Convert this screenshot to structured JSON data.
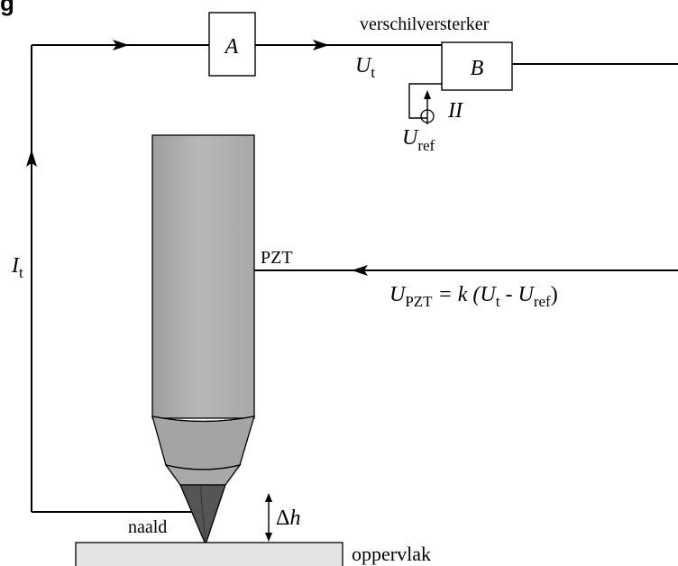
{
  "figure_label": "g",
  "block_a": {
    "label": "A"
  },
  "block_b": {
    "label": "B"
  },
  "differential_amplifier_label": "verschilversterker",
  "ut_label": {
    "main": "U",
    "sub": "t"
  },
  "uref_label": {
    "main": "U",
    "sub": "ref"
  },
  "reference_numeral": "II",
  "current_label": {
    "main": "I",
    "sub": "t"
  },
  "pzt_label": "PZT",
  "feedback_equation": {
    "lhs_main": "U",
    "lhs_sub": "PZT",
    "equals_k": " = k (",
    "u1_main": "U",
    "u1_sub": "t",
    "minus": " - ",
    "u2_main": "U",
    "u2_sub": "ref",
    "close": ")"
  },
  "delta_h_label": {
    "delta": "Δ",
    "h": "h"
  },
  "tip_label": "naald",
  "surface_label": "oppervlak",
  "colors": {
    "probe_body": "#b2b2b2",
    "probe_cone": "#a4a4a4",
    "tip": "#555555",
    "surface": "#e4e4e4",
    "lines": "#000000"
  }
}
